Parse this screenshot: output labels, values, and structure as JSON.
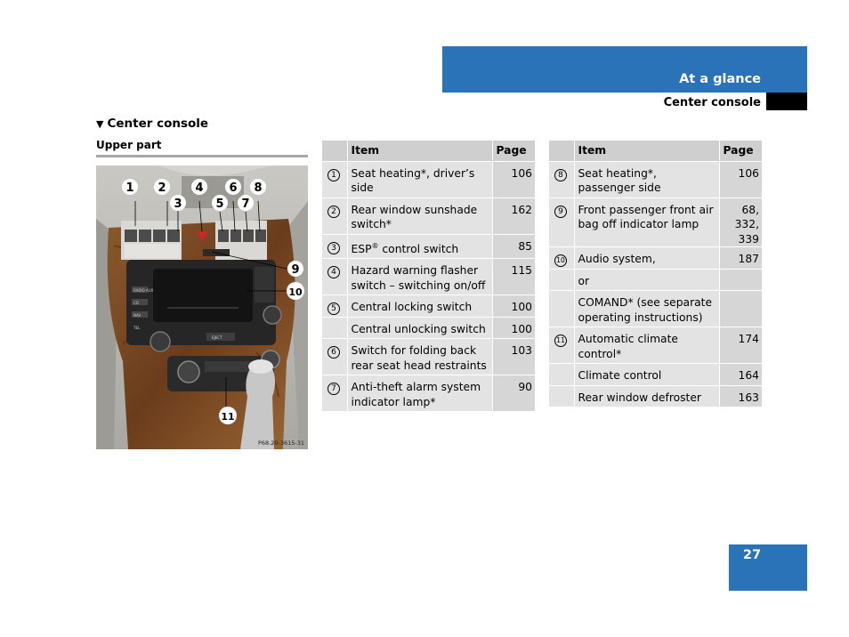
{
  "header": {
    "chapter": "At a glance",
    "subchapter": "Center console"
  },
  "section": {
    "title": "Center console",
    "subtitle": "Upper part"
  },
  "figure": {
    "callouts": [
      "1",
      "2",
      "3",
      "4",
      "5",
      "6",
      "7",
      "8",
      "9",
      "10",
      "11"
    ],
    "code": "P68.20-3615-31",
    "labels": {
      "radio": "RADIO",
      "aux": "AUX",
      "cd": "CD",
      "nav": "NAV",
      "tel": "TEL",
      "eject": "EJECT"
    }
  },
  "table_left": {
    "col_item": "Item",
    "col_page": "Page",
    "rows": [
      {
        "num": "1",
        "item": "Seat heating*, driver’s side",
        "page": "106"
      },
      {
        "num": "2",
        "item": "Rear window sunshade switch*",
        "page": "162"
      },
      {
        "num": "3",
        "item_a": "ESP",
        "item_sup": "®",
        "item_b": " control switch",
        "page": "85"
      },
      {
        "num": "4",
        "item": "Hazard warning flasher switch – switching on/off",
        "page": "115"
      },
      {
        "num": "5",
        "item": "Central locking switch",
        "page": "100"
      },
      {
        "num": "",
        "item": "Central unlocking switch",
        "page": "100"
      },
      {
        "num": "6",
        "item": "Switch for folding back rear seat head restraints",
        "page": "103"
      },
      {
        "num": "7",
        "item": "Anti-theft alarm system indicator lamp*",
        "page": "90"
      }
    ]
  },
  "table_right": {
    "col_item": "Item",
    "col_page": "Page",
    "rows": [
      {
        "num": "8",
        "item": "Seat heating*, passenger side",
        "page": "106"
      },
      {
        "num": "9",
        "item": "Front passenger front air bag off indicator lamp",
        "page": "68, 332, 339"
      },
      {
        "num": "10",
        "item": "Audio system,",
        "page": "187"
      },
      {
        "num": "",
        "item": "or",
        "page": ""
      },
      {
        "num": "",
        "item": "COMAND* (see separate operating instructions)",
        "page": ""
      },
      {
        "num": "11",
        "item": "Automatic climate control*",
        "page": "174"
      },
      {
        "num": "",
        "item": "Climate control",
        "page": "164"
      },
      {
        "num": "",
        "item": "Rear window defroster",
        "page": "163"
      }
    ]
  },
  "footer": {
    "page_number": "27"
  },
  "colors": {
    "accent": "#2a73b8",
    "table_bg": "#e3e3e3",
    "table_header": "#cfcfcf",
    "wood": "#7a4a24"
  }
}
